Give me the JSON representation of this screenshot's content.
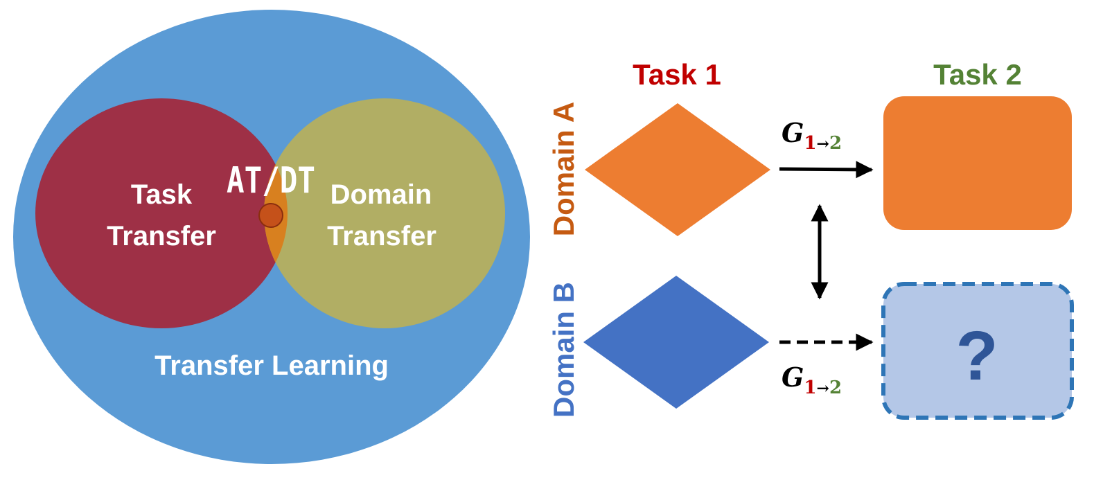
{
  "venn": {
    "outer_label": "Transfer Learning",
    "left_label_line1": "Task",
    "left_label_line2": "Transfer",
    "right_label_line1": "Domain",
    "right_label_line2": "Transfer",
    "logo_text": "AT/DT",
    "colors": {
      "outer": "#5b9bd5",
      "left": "#9e3046",
      "right": "#b1ae64",
      "overlap": "#d8801f",
      "center_dot": "#c5511a",
      "label": "#ffffff"
    }
  },
  "grid": {
    "col1_title": "Task 1",
    "col2_title": "Task 2",
    "row1_title": "Domain A",
    "row2_title": "Domain B",
    "unknown_symbol": "?",
    "mapping_top": {
      "G": "G",
      "from": "1",
      "arrow": "→",
      "to": "2"
    },
    "mapping_bottom": {
      "G": "G",
      "from": "1",
      "arrow": "→",
      "to": "2"
    },
    "colors": {
      "task1_title": "#c00000",
      "task2_title": "#548235",
      "domain_a": "#c55a11",
      "domain_b": "#4472c4",
      "diamond_a": "#ed7d31",
      "diamond_b": "#4472c4",
      "box_a": "#ed7d31",
      "box_b_fill": "#b4c7e7",
      "box_b_border": "#2e75b6",
      "question_mark": "#2f5597",
      "arrow": "#000000"
    }
  }
}
